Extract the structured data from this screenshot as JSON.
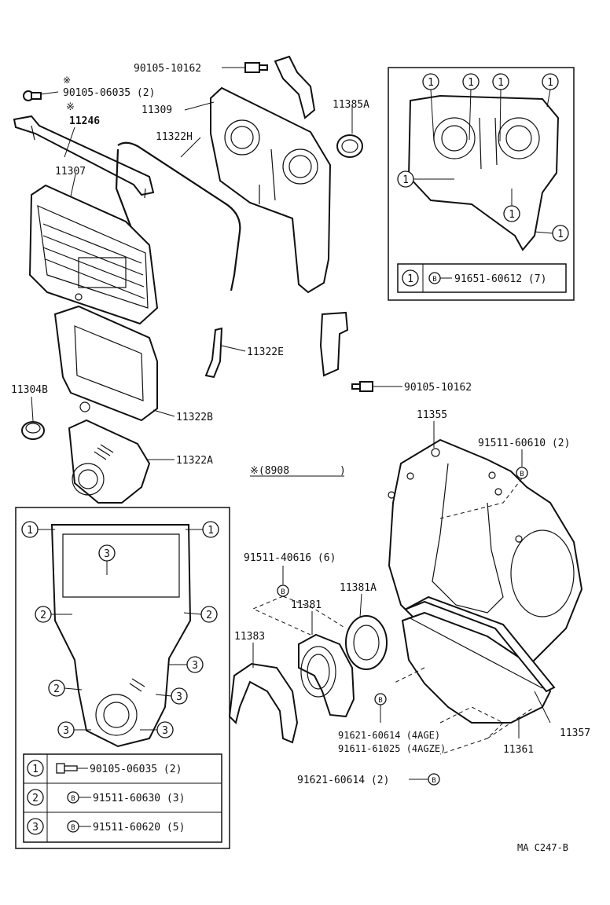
{
  "labels": {
    "p90105_10162_top": "90105-10162",
    "p90105_06035_mark": "※",
    "p90105_06035": "90105-06035 (2)",
    "p11246_mark": "※",
    "p11246": "11246",
    "p11309": "11309",
    "p11385A": "11385A",
    "p11322H": "11322H",
    "p11307": "11307",
    "p11322E": "11322E",
    "p90105_10162_mid": "90105-10162",
    "p11304B": "11304B",
    "p11322B": "11322B",
    "p11322A": "11322A",
    "note_8908": "※(8908",
    "note_8908_close": ")",
    "p11355": "11355",
    "p91511_60610": "91511-60610 (2)",
    "p91511_40616": "91511-40616 (6)",
    "p11381": "11381",
    "p11381A": "11381A",
    "p11383": "11383",
    "p91621_60614_4age": "91621-60614 (4AGE)",
    "p91611_61025_4agze": "91611-61025 (4AGZE)",
    "p91621_60614_2": "91621-60614 (2)",
    "p11357": "11357",
    "p11361": "11361",
    "footer_code": "MA  C247-B"
  },
  "callouts": {
    "one": "1",
    "two": "2",
    "three": "3",
    "bolt_symbol": "B"
  },
  "top_right_legend": {
    "key": "1",
    "part": "91651-60612 (7)"
  },
  "bottom_left_legend": [
    {
      "key": "1",
      "part": "90105-06035 (2)"
    },
    {
      "key": "2",
      "part": "91511-60630 (3)"
    },
    {
      "key": "3",
      "part": "91511-60620 (5)"
    }
  ]
}
